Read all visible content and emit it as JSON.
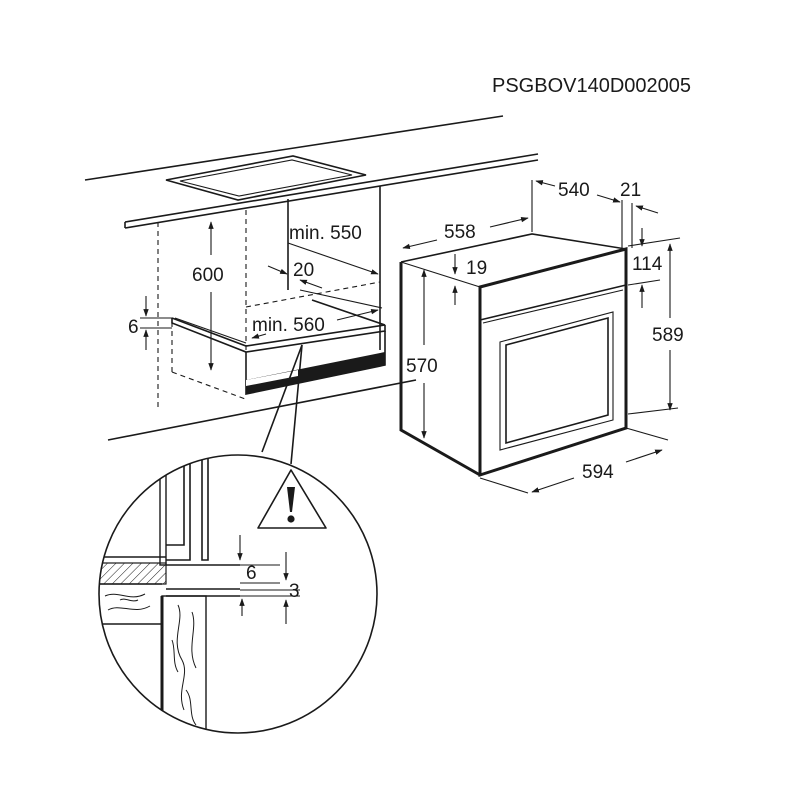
{
  "diagram": {
    "model_code": "PSGBOV140D002005",
    "warning_symbol": "warning-triangle-icon",
    "cabinet": {
      "height_600": "600",
      "depth_min_550": "min. 550",
      "gap_20": "20",
      "width_min_560": "min. 560",
      "shelf_6": "6"
    },
    "oven": {
      "depth_540": "540",
      "width_558": "558",
      "panel_21": "21",
      "top_19": "19",
      "panel_114": "114",
      "height_570": "570",
      "height_589": "589",
      "width_594": "594"
    },
    "detail": {
      "gap_6": "6",
      "gap_3": "3"
    }
  }
}
